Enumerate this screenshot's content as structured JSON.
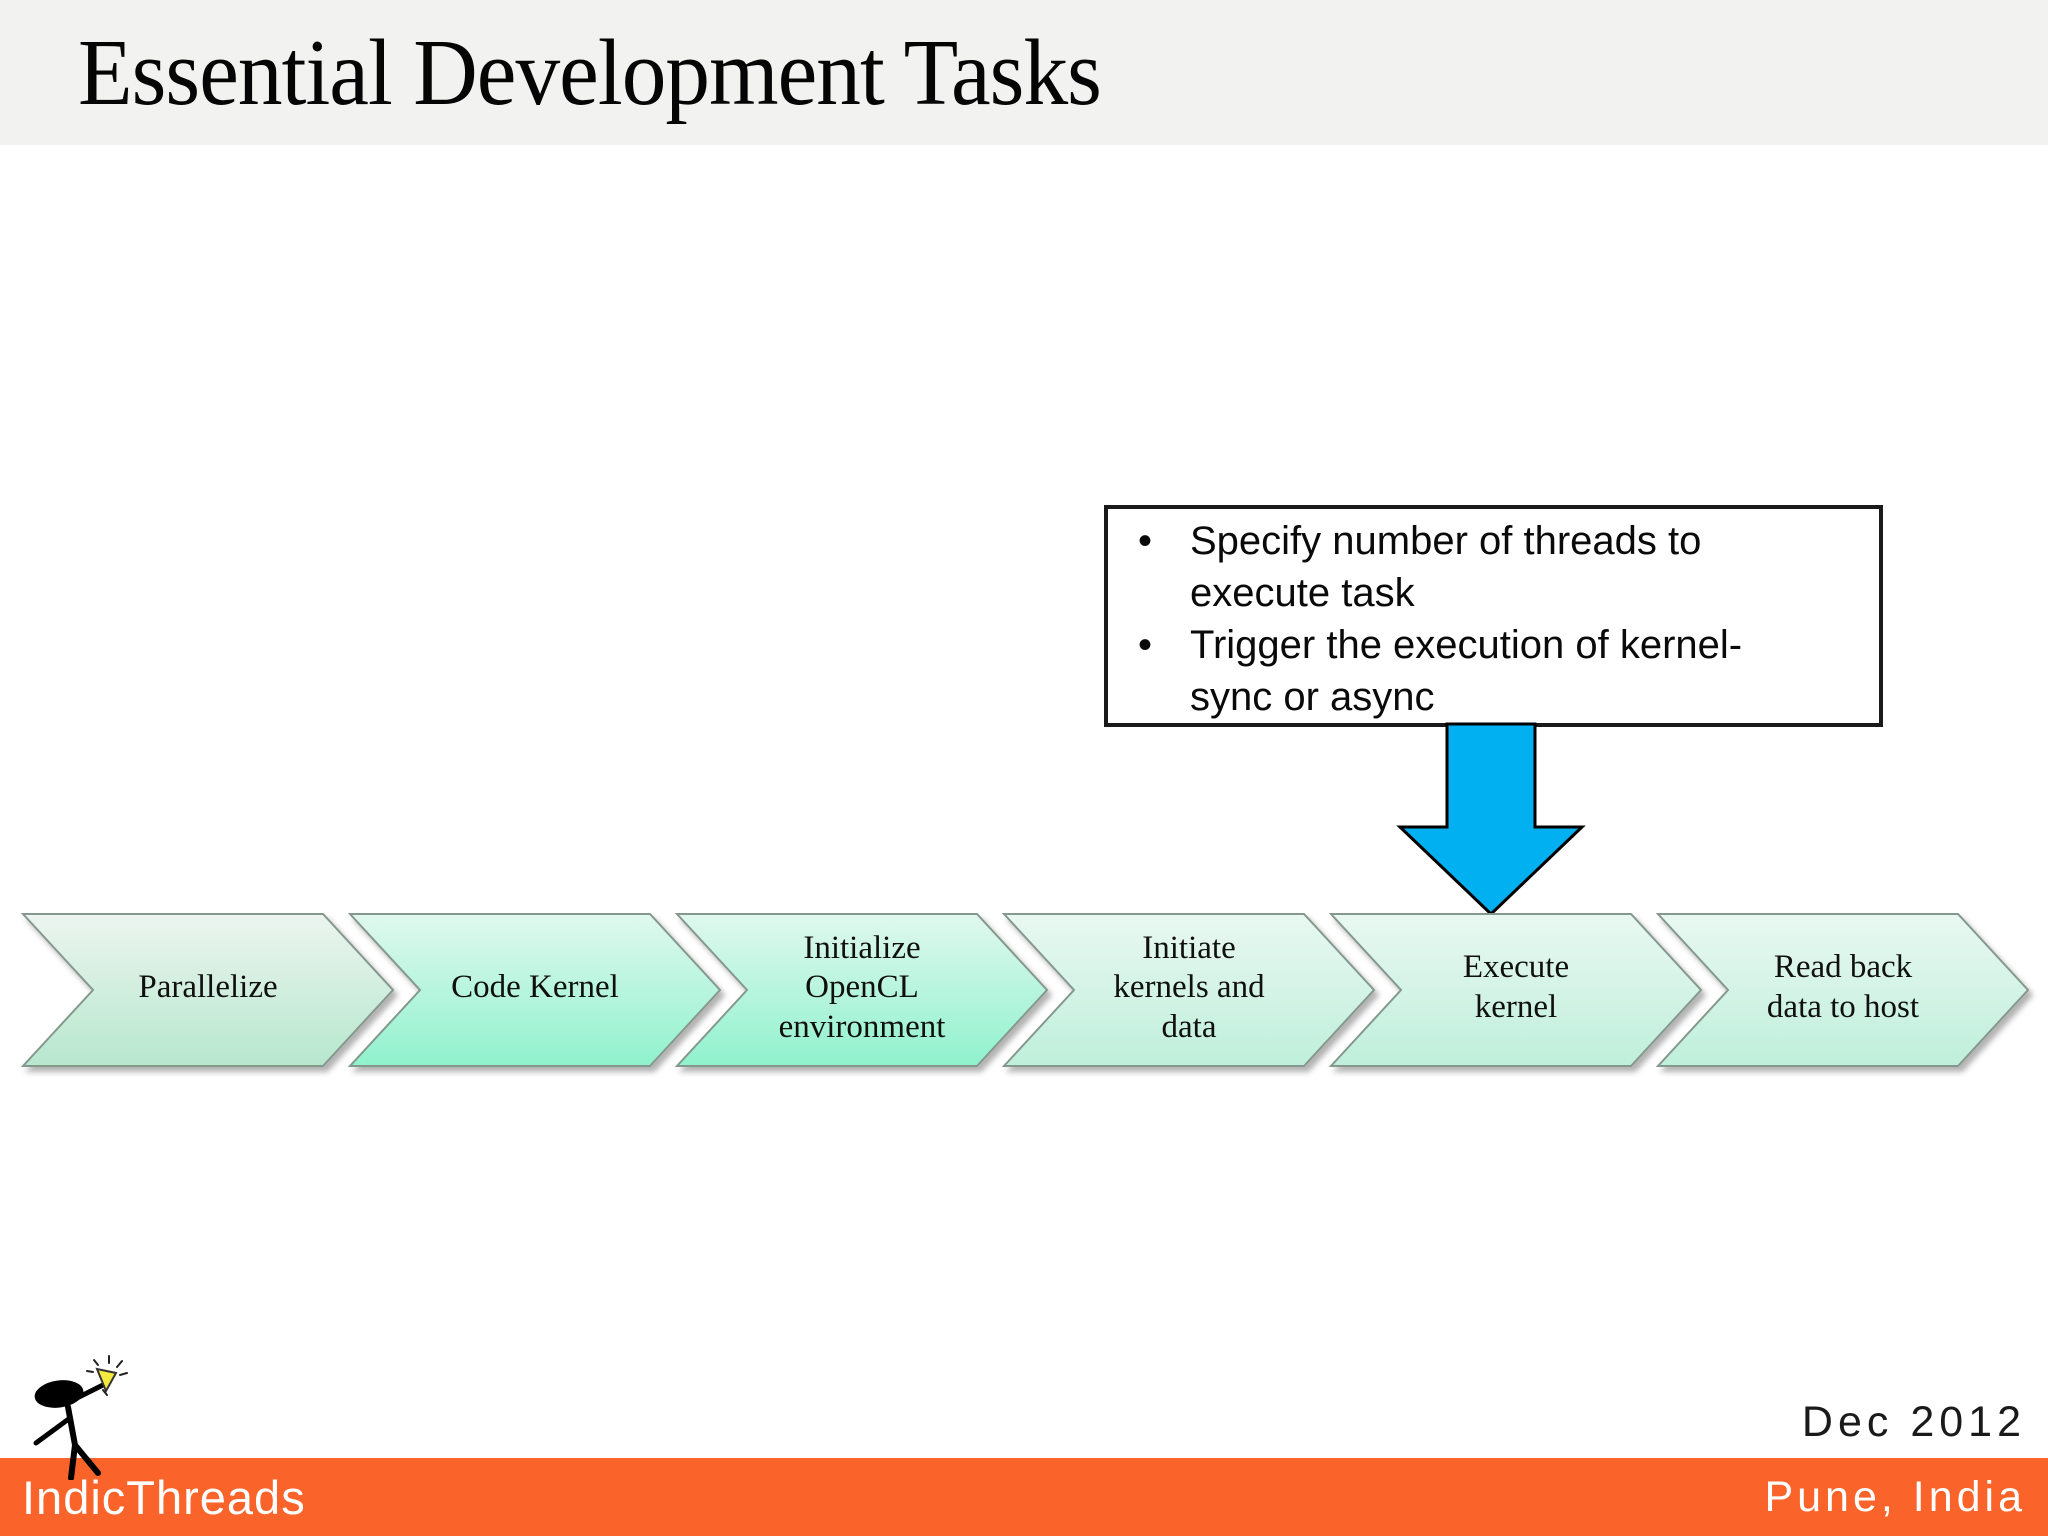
{
  "title": "Essential Development Tasks",
  "callout": {
    "bullets": [
      "Specify number of threads to execute task",
      "Trigger the execution of kernel- sync or async"
    ]
  },
  "process": {
    "steps": [
      {
        "label": "Parallelize"
      },
      {
        "label": "Code Kernel"
      },
      {
        "label": "Initialize OpenCL environment"
      },
      {
        "label": "Initiate kernels and data"
      },
      {
        "label": "Execute kernel"
      },
      {
        "label": "Read back data to host"
      }
    ]
  },
  "footer": {
    "brand": "IndicThreads",
    "date": "Dec 2012",
    "location": "Pune, India"
  },
  "colors": {
    "accent_arrow_blue": "#00B0F0",
    "footer_orange": "#FA6329",
    "title_band_gray": "#F2F2F1",
    "callout_border": "#1A1A1A",
    "bulb_yellow": "#F3E93F",
    "chevron1_top": "#ECF5EF",
    "chevron1_bottom": "#B7E7CE",
    "chevron_bright_top": "#E0F8EF",
    "chevron_bright_bottom": "#90F2CD",
    "chevron_soft_top": "#E9F8F1",
    "chevron_soft_bottom": "#BFEFDB"
  },
  "icons": {
    "down_arrow": "block-arrow-down-icon",
    "logo": "stick-figure-lightbulb-icon"
  }
}
